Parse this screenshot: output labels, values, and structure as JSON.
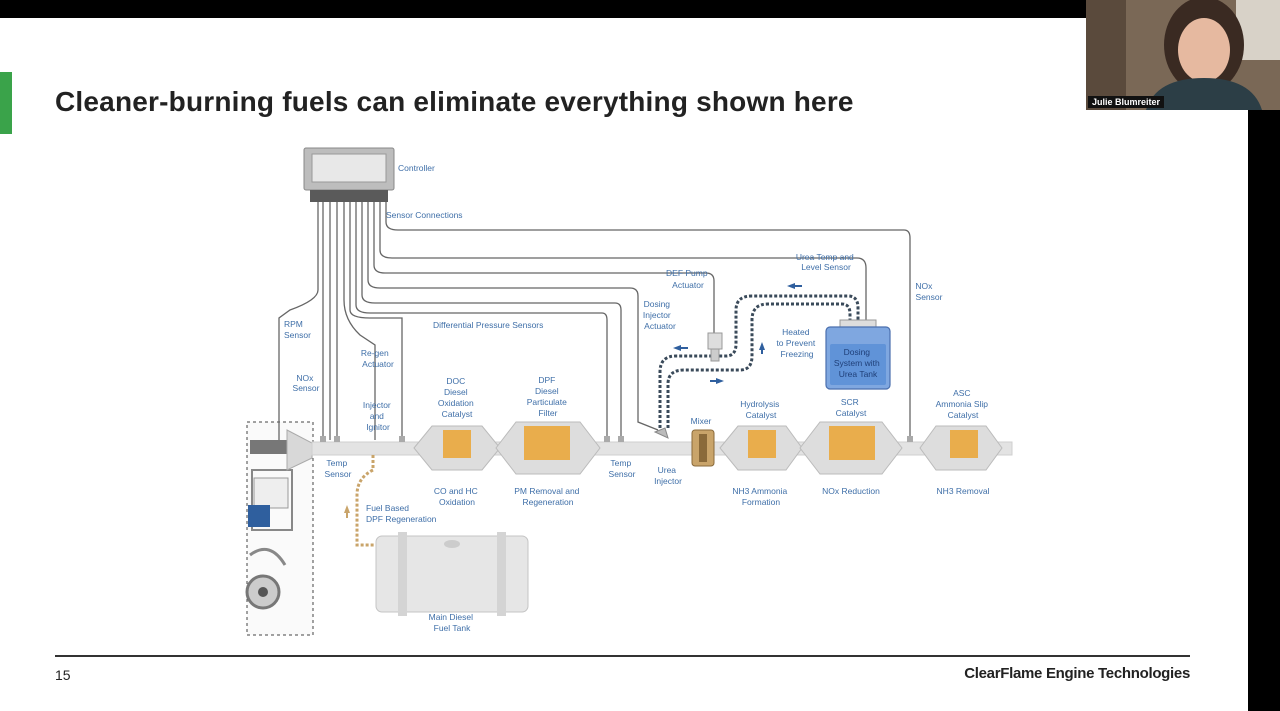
{
  "slide": {
    "title": "Cleaner-burning fuels can eliminate everything shown here",
    "page_number": "15",
    "brand": "ClearFlame Engine Technologies",
    "accent_color": "#3aa34a"
  },
  "video": {
    "speaker_name": "Julie Blumreiter"
  },
  "diagram": {
    "label_color": "#3f6fa8",
    "catalyst_color": "#e9ad4c",
    "tank_color": "#5b8fd6",
    "labels": {
      "controller": "Controller",
      "sensor_connections": "Sensor Connections",
      "urea_temp": [
        "Urea Temp and",
        "Level Sensor"
      ],
      "def_pump": [
        "DEF Pump",
        "Actuator"
      ],
      "nox_sensor_right": [
        "NOx",
        "Sensor"
      ],
      "dosing_injector": [
        "Dosing",
        "Injector",
        "Actuator"
      ],
      "heated": [
        "Heated",
        "to Prevent",
        "Freezing"
      ],
      "dosing_system": [
        "Dosing",
        "System with",
        "Urea Tank"
      ],
      "rpm_sensor": [
        "RPM",
        "Sensor"
      ],
      "diff_pressure": "Differential Pressure Sensors",
      "nox_sensor_left": [
        "NOx",
        "Sensor"
      ],
      "regen_actuator": [
        "Re-gen",
        "Actuator"
      ],
      "injector_ignitor": [
        "Injector",
        "and",
        "Ignitor"
      ],
      "doc": [
        "DOC",
        "Diesel",
        "Oxidation",
        "Catalyst"
      ],
      "dpf": [
        "DPF",
        "Diesel",
        "Particulate",
        "Filter"
      ],
      "mixer": "Mixer",
      "hydrolysis": [
        "Hydrolysis",
        "Catalyst"
      ],
      "scr": [
        "SCR",
        "Catalyst"
      ],
      "asc": [
        "ASC",
        "Ammonia Slip",
        "Catalyst"
      ],
      "temp_sensor_left": [
        "Temp",
        "Sensor"
      ],
      "temp_sensor_mid": [
        "Temp",
        "Sensor"
      ],
      "urea_injector": [
        "Urea",
        "Injector"
      ],
      "co_hc": [
        "CO and HC",
        "Oxidation"
      ],
      "pm_removal": [
        "PM Removal and",
        "Regeneration"
      ],
      "nh3_formation": [
        "NH3 Ammonia",
        "Formation"
      ],
      "nox_reduction": "NOx Reduction",
      "nh3_removal": "NH3 Removal",
      "fuel_regen": [
        "Fuel Based",
        "DPF Regeneration"
      ],
      "fuel_tank": [
        "Main Diesel",
        "Fuel Tank"
      ]
    }
  }
}
